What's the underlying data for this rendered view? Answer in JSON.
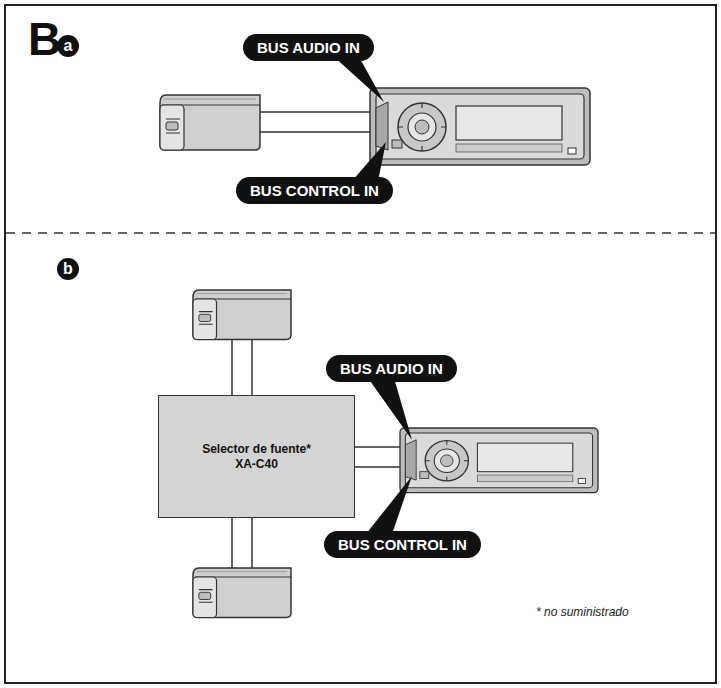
{
  "diagram": {
    "nodes": [
      {
        "text": [
          "BUS AUDIO IN"
        ]
      },
      {
        "text": [
          "BUS CONTROL IN"
        ]
      },
      {
        "text": [
          "BUS AUDIO IN"
        ]
      },
      {
        "text": [
          "Selector de fuente* XA-C40"
        ]
      },
      {
        "text": [
          "BUS CONTROL IN"
        ]
      }
    ],
    "labels": [
      "B",
      "a",
      "b",
      "* no suministrado"
    ]
  }
}
